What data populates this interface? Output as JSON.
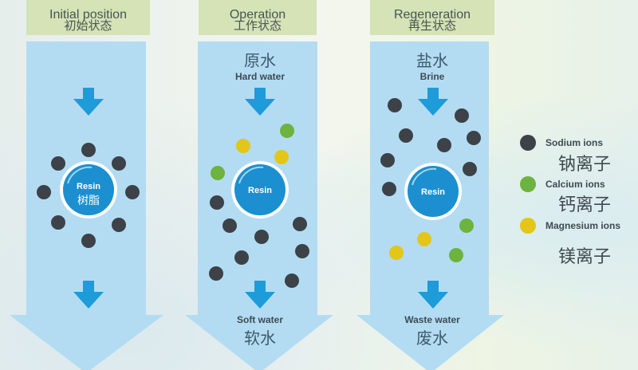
{
  "columns": [
    {
      "title_en": "Initial position",
      "title_zh": "初始状态",
      "resin_en": "Resin",
      "resin_zh": "树脂",
      "ions": [
        "Na",
        "Na",
        "Na",
        "Na",
        "Na",
        "Na",
        "Na",
        "Na"
      ]
    },
    {
      "title_en": "Operation",
      "title_zh": "工作状态",
      "input_zh": "原水",
      "input_en": "Hard water",
      "resin_en": "Resin",
      "output_en": "Soft water",
      "output_zh": "软水",
      "ions": [
        "Ca",
        "Mg",
        "Mg",
        "Ca",
        "Na",
        "Na",
        "Na",
        "Na",
        "Na",
        "Na",
        "Na",
        "Na"
      ]
    },
    {
      "title_en": "Regeneration",
      "title_zh": "再生状态",
      "input_zh": "盐水",
      "input_en": "Brine",
      "resin_en": "Resin",
      "output_en": "Waste water",
      "output_zh": "废水",
      "ions": [
        "Na",
        "Na",
        "Na",
        "Na",
        "Na",
        "Na",
        "Na",
        "Na",
        "Ca",
        "Mg",
        "Mg",
        "Ca"
      ]
    }
  ],
  "legend": [
    {
      "en": "Sodium ions",
      "zh": "钠离子",
      "color": "#3c4247"
    },
    {
      "en": "Calcium ions",
      "zh": "钙离子",
      "color": "#6db33f"
    },
    {
      "en": "Magnesium ions",
      "zh": "镁离子",
      "color": "#e3c619"
    }
  ],
  "colors": {
    "flow": "#b3dcf3",
    "arrow": "#1e9bd9",
    "resin": "#1b8fcf"
  }
}
